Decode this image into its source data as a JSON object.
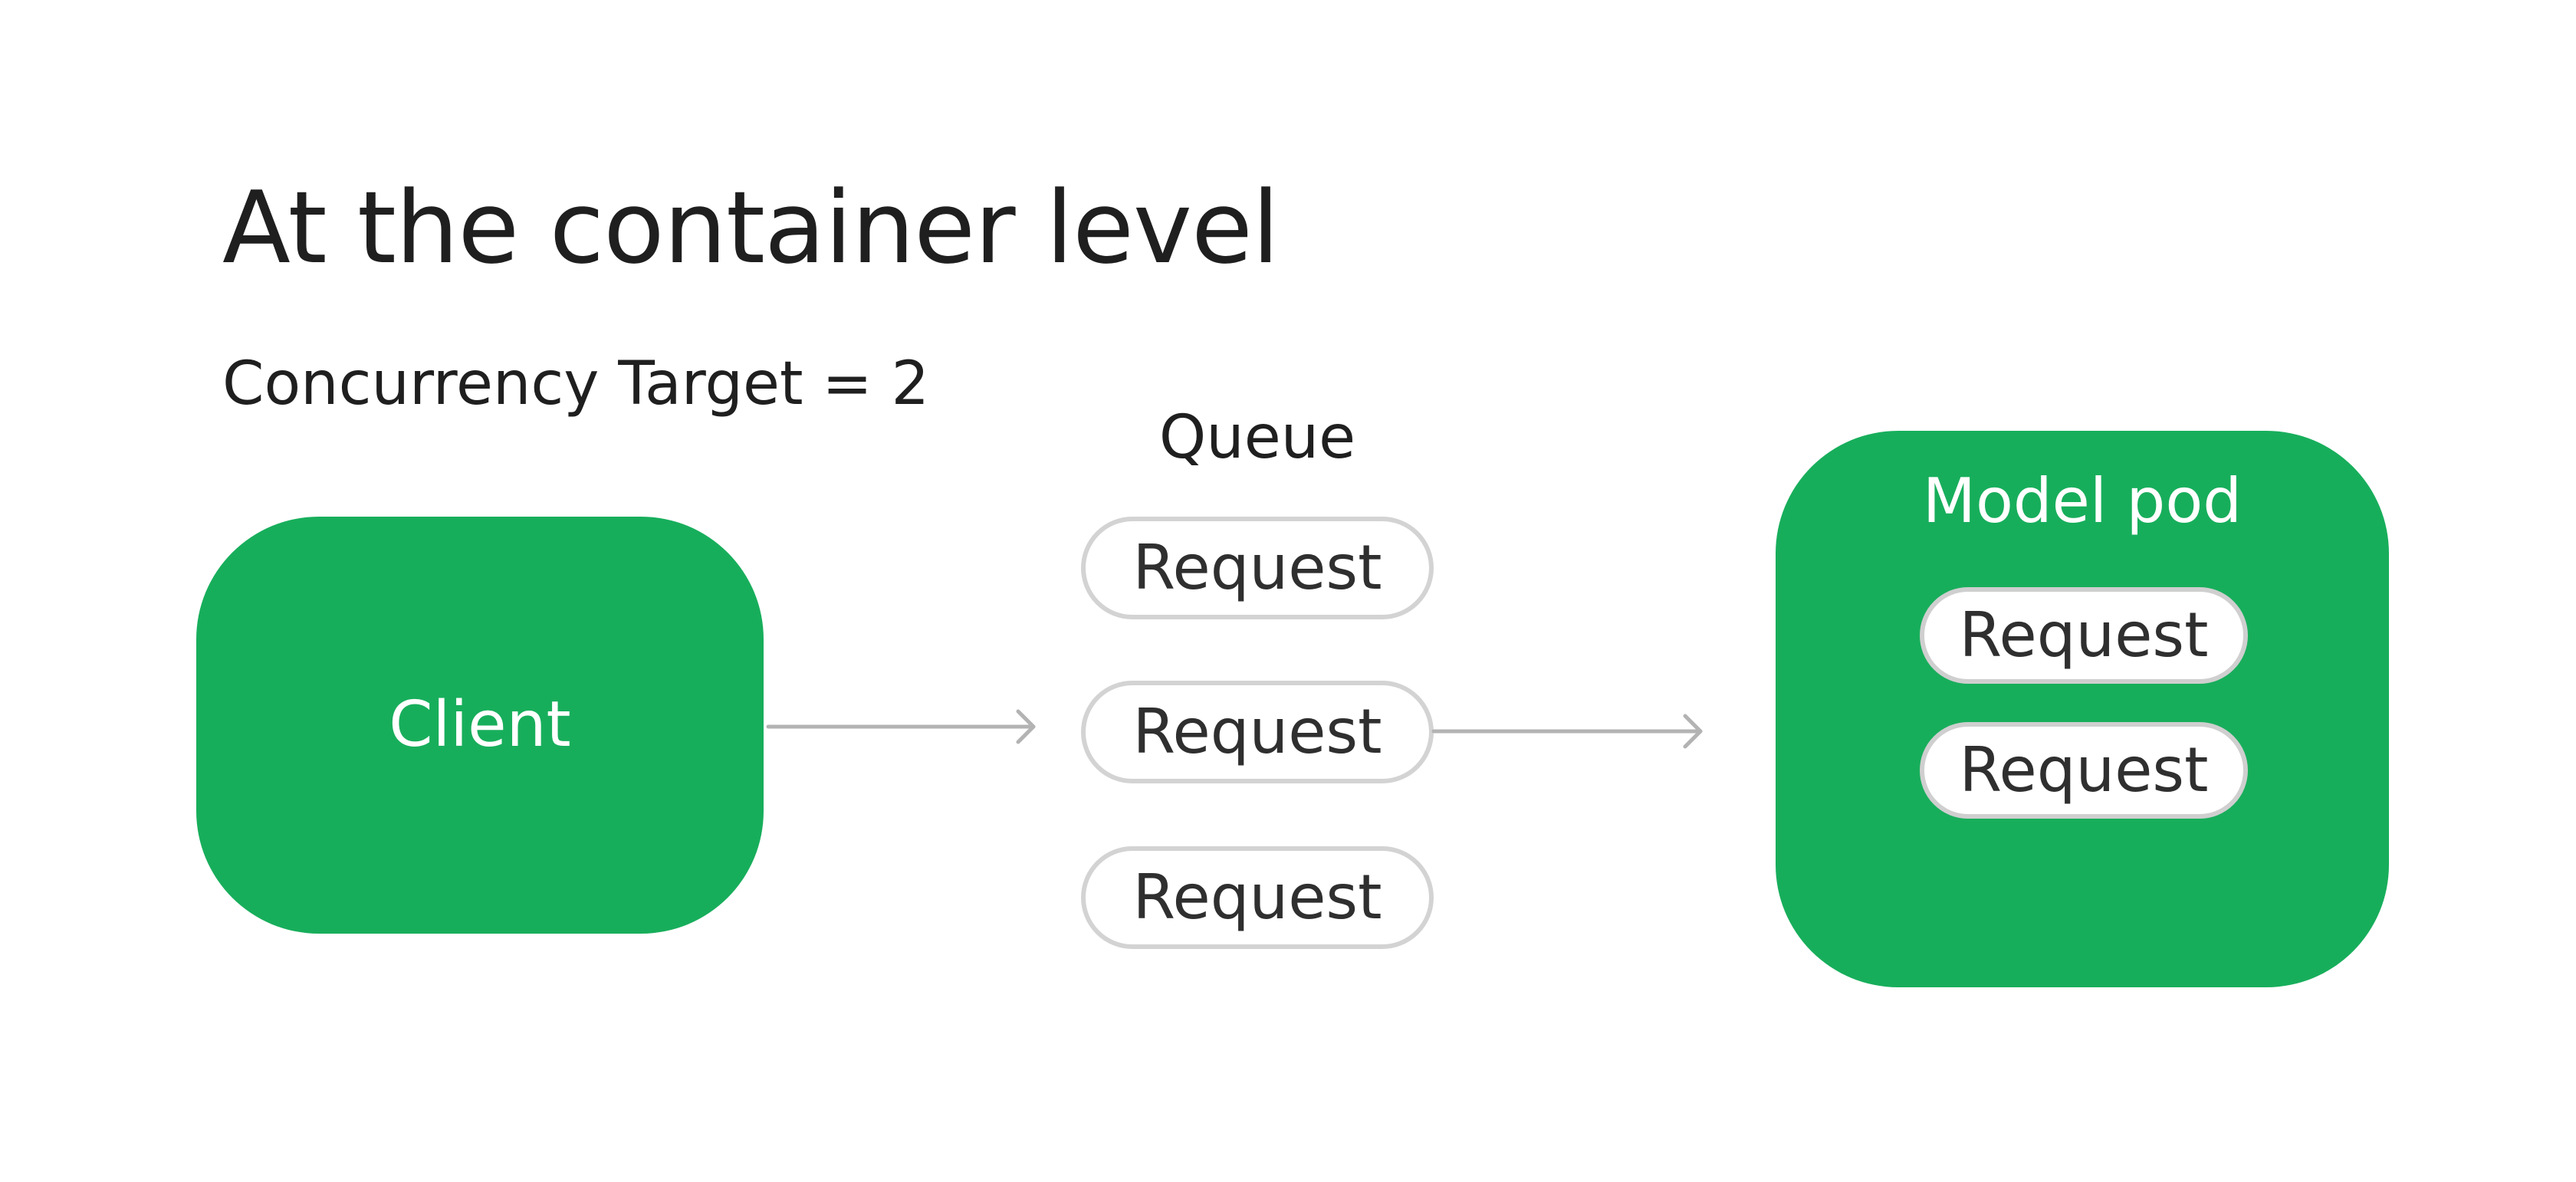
{
  "title": "At the container level",
  "subtitle": "Concurrency Target = 2",
  "client": {
    "label": "Client"
  },
  "queue": {
    "label": "Queue",
    "requests": [
      "Request",
      "Request",
      "Request"
    ]
  },
  "model_pod": {
    "label": "Model pod",
    "requests": [
      "Request",
      "Request"
    ]
  },
  "colors": {
    "green": "#17ae5b",
    "pill_border": "#d3d3d3",
    "arrow": "#b3b3b3",
    "text": "#1f1f1f"
  }
}
